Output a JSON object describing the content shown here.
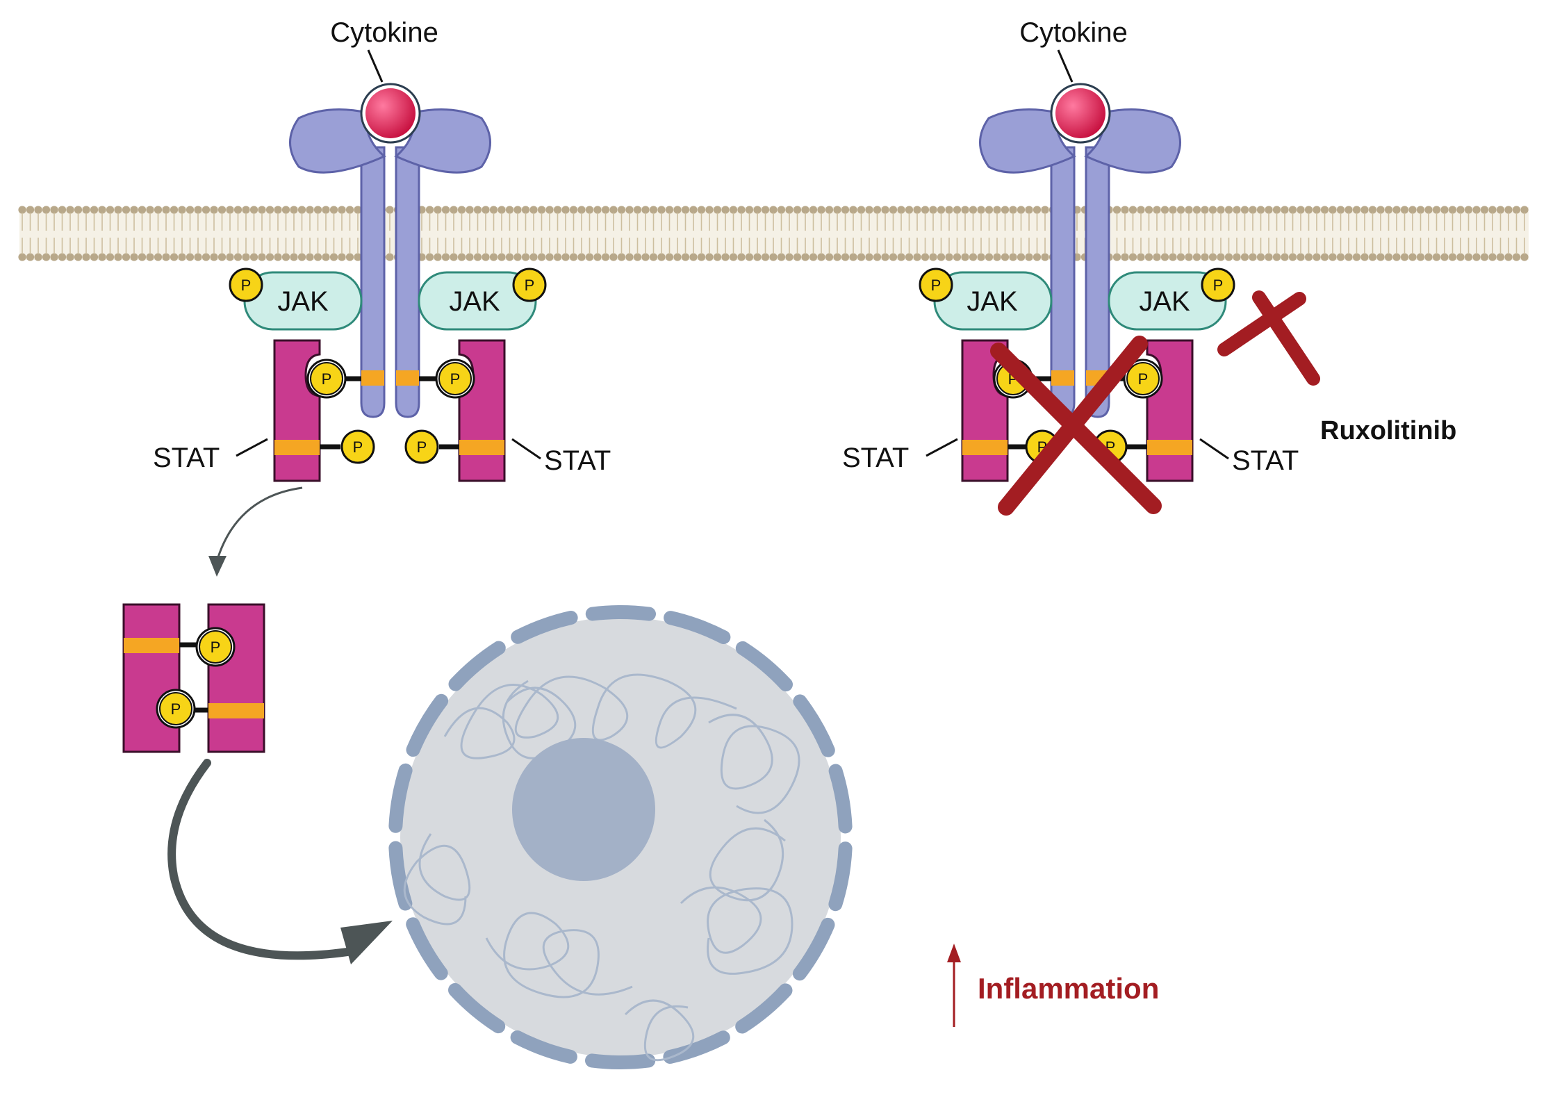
{
  "labels": {
    "cytokine_left": "Cytokine",
    "cytokine_right": "Cytokine",
    "jak": "JAK",
    "stat": "STAT",
    "p": "P",
    "inhibitor": "Ruxolitinib",
    "outcome": "Inflammation"
  },
  "colors": {
    "receptor": "#9a9fd6",
    "cytokine": "#d9164e",
    "jak_fill": "#cdeee8",
    "jak_stroke": "#2f8a7a",
    "stat": "#c93a8f",
    "stat_band": "#f5a623",
    "phosphate": "#f7d417",
    "membrane": "#b8a88a",
    "inhibition": "#a31d22",
    "nucleus": "#d7dade",
    "nuclear_envelope": "#8fa2bd",
    "nucleolus": "#a3b1c7",
    "arrow": "#4d5556"
  },
  "icons": {
    "inhibition": "t-bar-inhibition-icon",
    "block": "x-mark-icon",
    "increase": "up-arrow-icon"
  }
}
